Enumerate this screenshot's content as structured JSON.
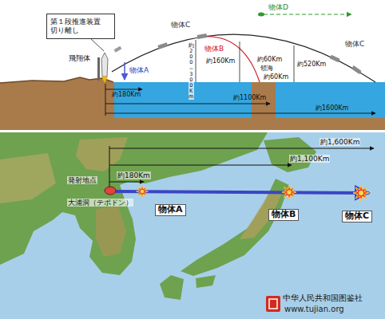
{
  "diagram": {
    "nodes": [
      {
        "text": [
          "第１段推進装置 切り離し"
        ]
      }
    ],
    "labels": [
      "飛翔体",
      "物体A",
      "物体C",
      "物体D",
      "物体B",
      "物体C",
      "約200～300Km",
      "約160Km",
      "約60Km",
      "領海",
      "約60Km",
      "約520Km",
      "約180Km",
      "約1100Km",
      "約1600Km",
      "約1,600Km",
      "約1,100Km",
      "約180Km",
      "発射地点",
      "大浦洞（テポドン）",
      "物体A",
      "物体B",
      "物体C",
      "中华人民共和国图鉴社",
      "www.tujian.org"
    ]
  }
}
